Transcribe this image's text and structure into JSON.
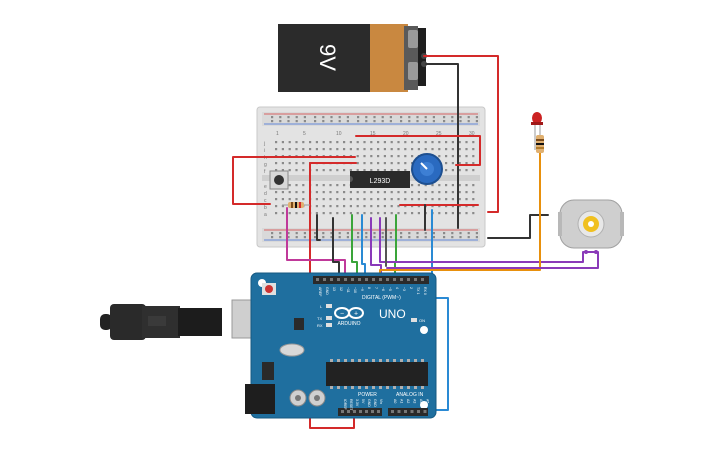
{
  "circuit": {
    "battery": {
      "label": "9V"
    },
    "driver_ic": {
      "label": "L293D"
    },
    "breadboard": {
      "column_labels": [
        "1",
        "5",
        "10",
        "15",
        "20",
        "25",
        "30"
      ],
      "row_labels_top": [
        "j",
        "i",
        "h",
        "g",
        "f"
      ],
      "row_labels_bottom": [
        "e",
        "d",
        "c",
        "b",
        "a"
      ]
    },
    "arduino": {
      "brand": "ARDUINO",
      "model": "UNO",
      "digital_label": "DIGITAL (PWM~)",
      "power_label": "POWER",
      "analog_label": "ANALOG IN",
      "pin_labels_digital": [
        "AREF",
        "GND",
        "13",
        "12",
        "~11",
        "~10",
        "~9",
        "8",
        "7",
        "~6",
        "~5",
        "4",
        "~3",
        "2",
        "TX 1",
        "RX 0"
      ],
      "pin_labels_power": [
        "IOREF",
        "RESET",
        "3.3V",
        "5V",
        "GND",
        "GND",
        "Vin"
      ],
      "pin_labels_analog": [
        "A0",
        "A1",
        "A2",
        "A3",
        "A4",
        "A5"
      ],
      "led_labels": [
        "L",
        "TX",
        "RX",
        "ON"
      ]
    }
  },
  "colors": {
    "wire_red": "#d42a2a",
    "wire_black": "#333333",
    "wire_orange": "#e8900c",
    "wire_purple": "#8a3ab9",
    "wire_green": "#3aa53a",
    "wire_blue": "#2a8ad4",
    "wire_magenta": "#c0399a",
    "wire_teal": "#1f9fb0",
    "board_blue": "#1f6f9f",
    "battery_black": "#2b2b2b",
    "battery_copper": "#c98840",
    "breadboard": "#e6e6e6",
    "led_red": "#cc2222",
    "motor_body": "#cfcfcf",
    "motor_hub": "#f0c020",
    "pot_blue": "#2a6ac0"
  }
}
